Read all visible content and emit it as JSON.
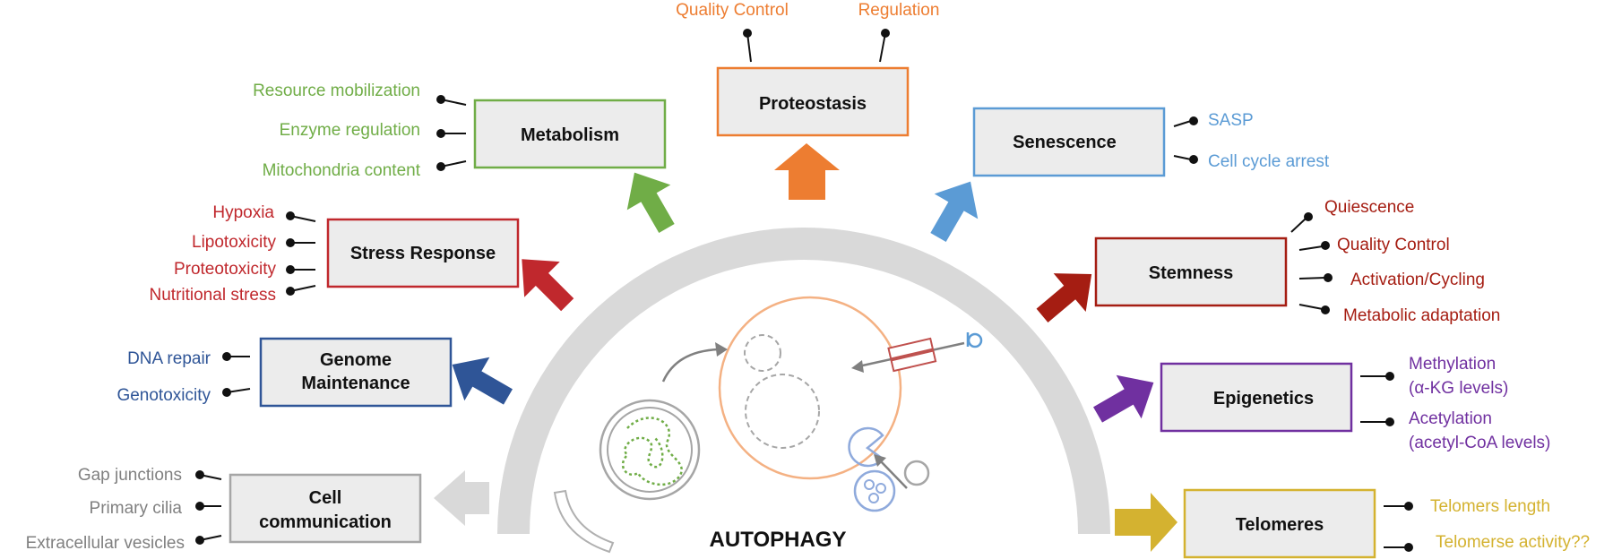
{
  "center_label": "AUTOPHAGY",
  "colors": {
    "arc": "#d9d9d9",
    "cell_communication": "#a6a6a6",
    "genome": "#2f5597",
    "stress": "#c0282d",
    "metabolism": "#70ad47",
    "proteostasis": "#ed7d31",
    "senescence": "#5b9bd5",
    "stemness": "#a51d12",
    "epigenetics": "#7030a0",
    "telomeres": "#d4b230"
  },
  "modules": {
    "cell_communication": {
      "label_lines": [
        "Cell",
        "communication"
      ],
      "items": [
        "Gap junctions",
        "Primary cilia",
        "Extracellular vesicles"
      ]
    },
    "genome": {
      "label_lines": [
        "Genome",
        "Maintenance"
      ],
      "items": [
        "DNA repair",
        "Genotoxicity"
      ]
    },
    "stress": {
      "label_lines": [
        "Stress Response"
      ],
      "items": [
        "Hypoxia",
        "Lipotoxicity",
        "Proteotoxicity",
        "Nutritional stress"
      ]
    },
    "metabolism": {
      "label_lines": [
        "Metabolism"
      ],
      "items": [
        "Resource mobilization",
        "Enzyme regulation",
        "Mitochondria content"
      ]
    },
    "proteostasis": {
      "label_lines": [
        "Proteostasis"
      ],
      "items": [
        "Quality Control",
        "Regulation"
      ]
    },
    "senescence": {
      "label_lines": [
        "Senescence"
      ],
      "items": [
        "SASP",
        "Cell cycle arrest"
      ]
    },
    "stemness": {
      "label_lines": [
        "Stemness"
      ],
      "items": [
        "Quiescence",
        "Quality Control",
        "Activation/Cycling",
        "Metabolic adaptation"
      ]
    },
    "epigenetics": {
      "label_lines": [
        "Epigenetics"
      ],
      "items": [
        "Methylation",
        "(α-KG levels)",
        "Acetylation",
        "(acetyl-CoA levels)"
      ]
    },
    "telomeres": {
      "label_lines": [
        "Telomeres"
      ],
      "items": [
        "Telomers length",
        "Telomerse activity??"
      ]
    }
  }
}
